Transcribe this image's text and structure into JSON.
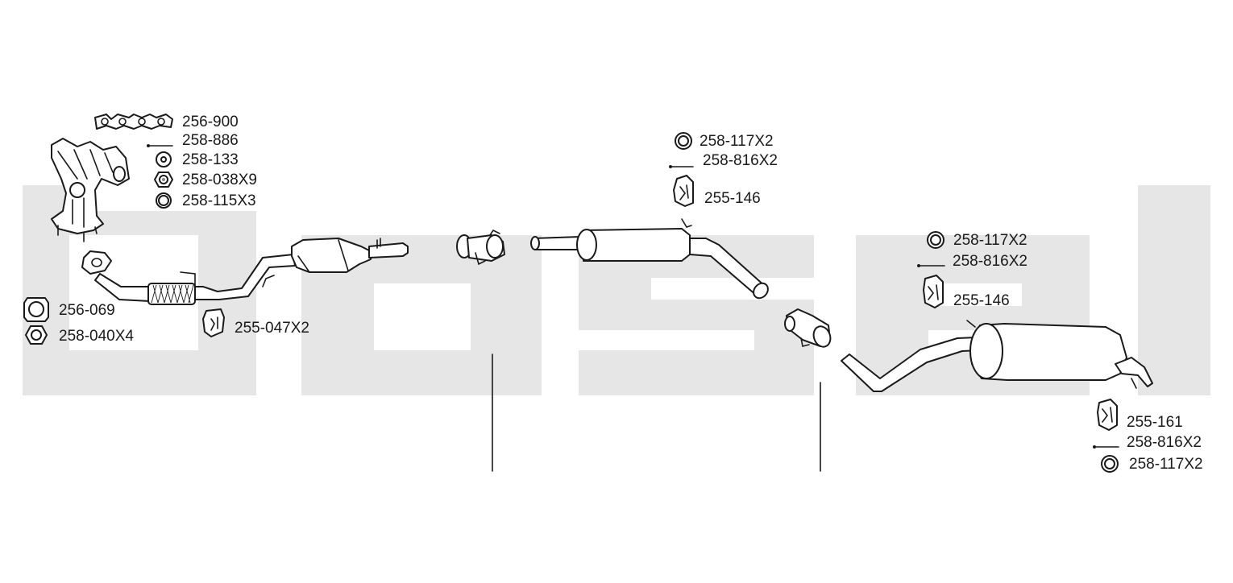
{
  "colors": {
    "watermark": "#e6e6e6",
    "line": "#1a1a1a",
    "background": "#ffffff"
  },
  "watermark": "bosal",
  "parts": {
    "gasket_set": "256-900",
    "stud": "258-886",
    "washer": "258-133",
    "nut_flanged": "258-038X9",
    "ring": "258-115X3",
    "gasket": "256-069",
    "hex_nut": "258-040X4",
    "rubber_mount_front": "255-047X2",
    "mid_ring": "258-117X2",
    "mid_bolt": "258-816X2",
    "mid_mount": "255-146",
    "rear_ring_a": "258-117X2",
    "rear_bolt_a": "258-816X2",
    "rear_mount_a": "255-146",
    "rear_mount_b": "255-161",
    "rear_bolt_b": "258-816X2",
    "rear_ring_b": "258-117X2"
  }
}
